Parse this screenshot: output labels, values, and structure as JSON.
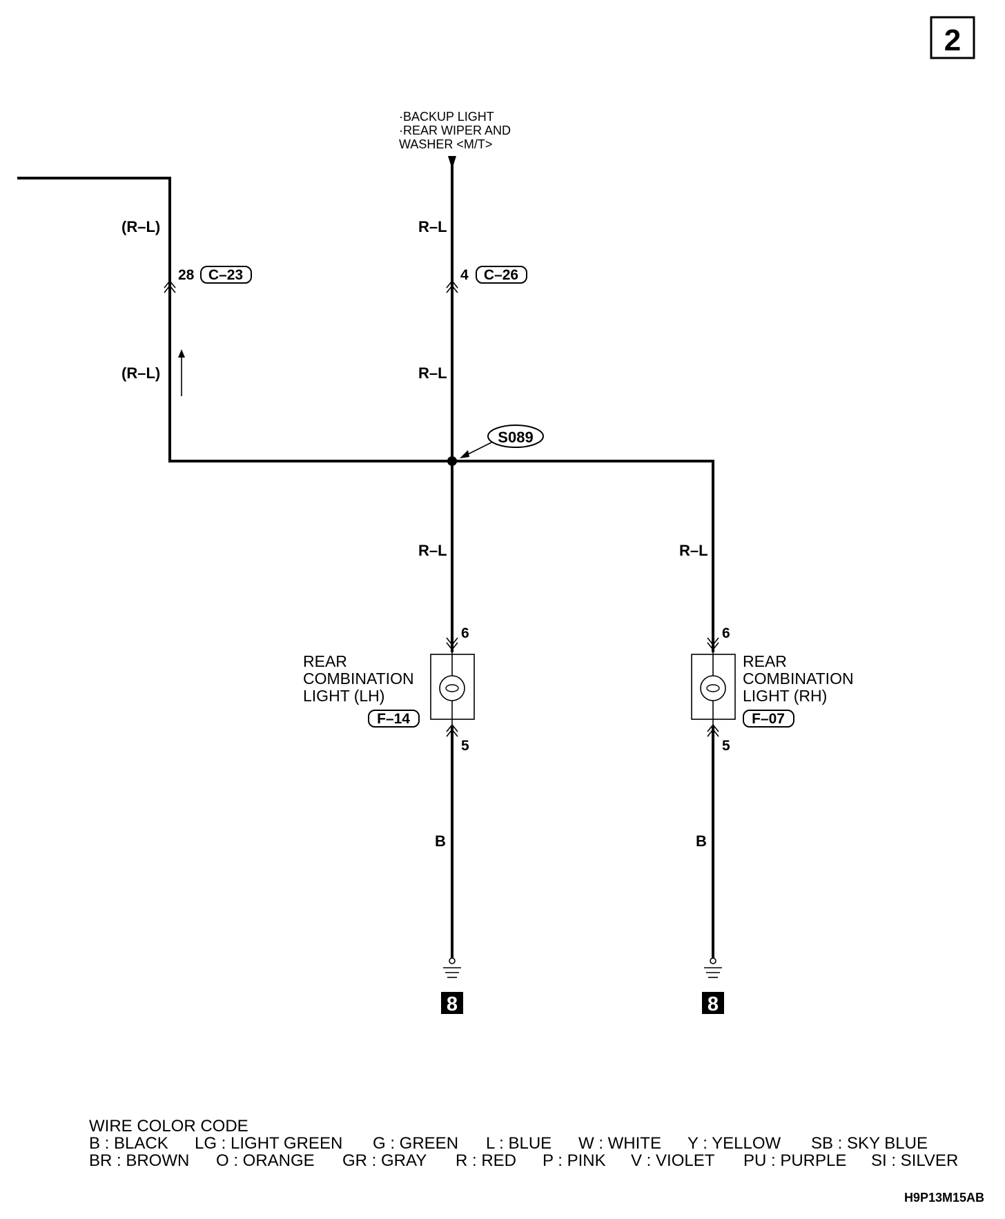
{
  "page_number": "2",
  "figure_code": "H9P13M15AB",
  "destination": {
    "lines": [
      "·BACKUP LIGHT",
      "·REAR WIPER AND",
      " WASHER <M/T>"
    ]
  },
  "wire_labels": {
    "left_upper": "(R–L)",
    "left_lower": "(R–L)",
    "center_upper": "R–L",
    "center_middle": "R–L",
    "center_lower": "R–L",
    "right": "R–L",
    "ground_left": "B",
    "ground_right": "B"
  },
  "connectors": {
    "c23": {
      "pin": "28",
      "id": "C–23"
    },
    "c26": {
      "pin": "4",
      "id": "C–26"
    }
  },
  "splice": "S089",
  "lights": {
    "left": {
      "name_lines": [
        "REAR",
        "COMBINATION",
        "LIGHT (LH)"
      ],
      "connector": "F–14",
      "pin_in": "6",
      "pin_out": "5"
    },
    "right": {
      "name_lines": [
        "REAR",
        "COMBINATION",
        "LIGHT (RH)"
      ],
      "connector": "F–07",
      "pin_in": "6",
      "pin_out": "5"
    }
  },
  "ground_symbol": "8",
  "legend": {
    "title": "WIRE COLOR CODE",
    "row1": [
      "B : BLACK",
      "LG : LIGHT GREEN",
      "G : GREEN",
      "L : BLUE",
      "W : WHITE",
      "Y : YELLOW",
      "SB : SKY BLUE"
    ],
    "row2": [
      "BR : BROWN",
      "O : ORANGE",
      "GR : GRAY",
      "R : RED",
      "P : PINK",
      "V : VIOLET",
      "PU : PURPLE",
      "SI : SILVER"
    ]
  }
}
